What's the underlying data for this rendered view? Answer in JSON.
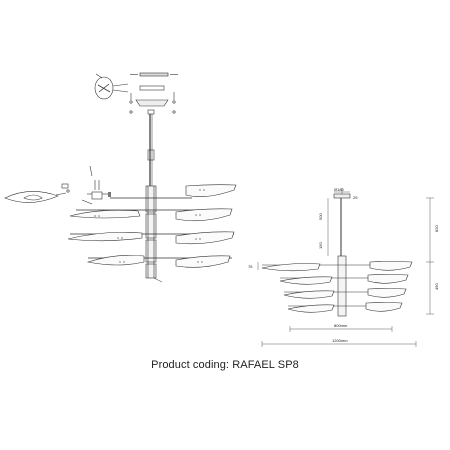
{
  "caption": "Product coding: RAFAEL SP8",
  "right_view": {
    "d_top": "Ø180",
    "d_cap": "25",
    "h_rod": "500",
    "h_stem": "150",
    "h_blade": "76",
    "h_total_upper": "820",
    "h_total_lower": "490",
    "w_inner": "800mm",
    "w_total": "1200mm"
  }
}
